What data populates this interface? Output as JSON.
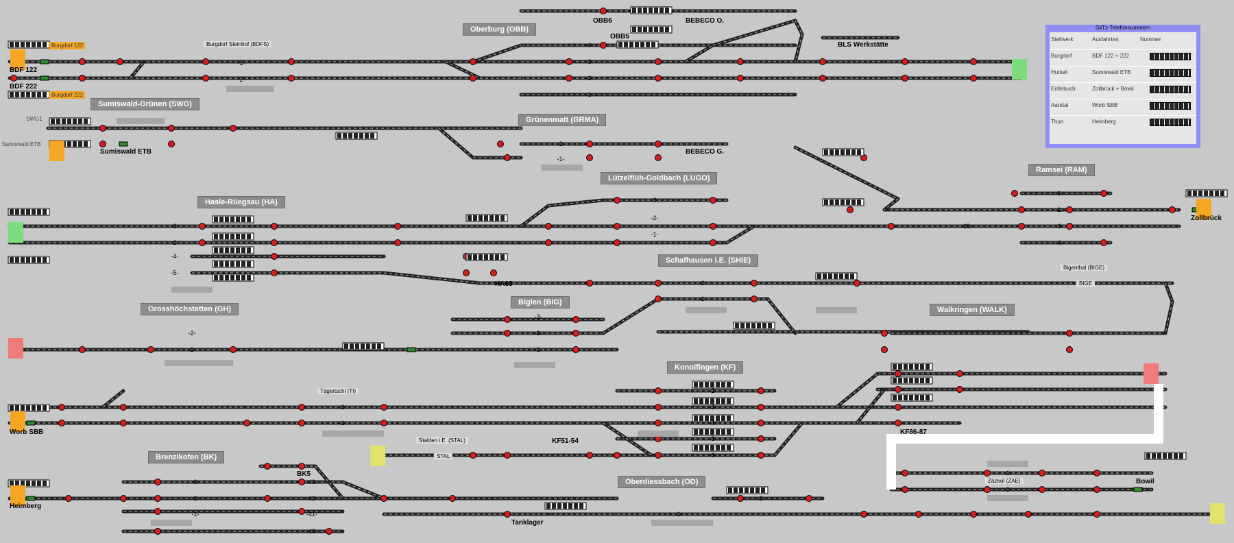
{
  "stations": [
    {
      "id": "obb",
      "label": "Oberburg (OBB)"
    },
    {
      "id": "swg",
      "label": "Sumiswald-Grünen (SWG)"
    },
    {
      "id": "grma",
      "label": "Grünenmatt (GRMA)"
    },
    {
      "id": "lugo",
      "label": "Lützelflüh-Goldbach (LUGO)"
    },
    {
      "id": "ha",
      "label": "Hasle-Rüegsau (HA)"
    },
    {
      "id": "ram",
      "label": "Ramsei (RAM)"
    },
    {
      "id": "shie",
      "label": "Schafhausen i.E. (SHIE)"
    },
    {
      "id": "gh",
      "label": "Grosshöchstetten (GH)"
    },
    {
      "id": "big",
      "label": "Biglen (BIG)"
    },
    {
      "id": "walk",
      "label": "Walkringen (WALK)"
    },
    {
      "id": "kf",
      "label": "Konolfingen (KF)"
    },
    {
      "id": "bk",
      "label": "Brenzikofen (BK)"
    },
    {
      "id": "od",
      "label": "Oberdiessbach (OD)"
    }
  ],
  "labels": {
    "bdf122": "BDF 122",
    "bdf222": "BDF 222",
    "obb6": "OBB6",
    "obb5": "OBB5",
    "bebeco_o": "BEBECO O.",
    "bls": "BLS Werkstätte",
    "sumiswald_etb": "Sumiswald ETB",
    "bebeco_g": "BEBECO G.",
    "zollbrueck": "Zollbrück",
    "ha65": "HA65",
    "worb_sbb": "Worb SBB",
    "kf51_54": "KF51-54",
    "kf86_87": "KF86-87",
    "bk5": "BK5",
    "heimberg": "Heimberg",
    "tanklager": "Tanklager",
    "bowil": "Bowil"
  },
  "plain": {
    "bdfs": "Burgdorf Steinhof (BDFS)",
    "taegertschi": "Tägertschi (TI)",
    "stalden": "Stalden i.E. (STAL)",
    "stal": "STAL",
    "bige_title": "Bigenthal (BIGE)",
    "bige": "BIGE",
    "zaziwil": "Zäziwil (ZAE)"
  },
  "orange": {
    "burgdorf122": "Burgdorf 122",
    "burgdorf222": "Burgdorf 222"
  },
  "small": {
    "swg1": "SWG1",
    "sumiswald_etb_small": "Sumiswald ETB"
  },
  "phone": {
    "title": "StiTz-Telefonnummern",
    "header": {
      "c1": "Stellwerk",
      "c2": "Ausfahrten",
      "c3": "Nummer"
    },
    "rows": [
      {
        "c1": "Burgdorf",
        "c2": "BDF 122 + 222"
      },
      {
        "c1": "Huttwil",
        "c2": "Sumiswald ETB"
      },
      {
        "c1": "Entlebuch",
        "c2": "Zollbrück + Bowil"
      },
      {
        "c1": "Aaretal",
        "c2": "Worb SBB"
      },
      {
        "c1": "Thun",
        "c2": "Heimberg"
      }
    ]
  },
  "track_numbers": [
    "-1-",
    "-2-",
    "-3-",
    "-4-",
    "-5-",
    "-6-",
    "-28-",
    "-41-",
    "-42-",
    "-43-",
    "-40-"
  ],
  "colors": {
    "background": "#c8c8c8",
    "track": "#222222",
    "signal_red": "#d81f1f",
    "signal_green": "#2e8b2e",
    "end_green": "#7ddc7d",
    "end_red": "#ef7b7b",
    "end_yellow": "#e2e26e",
    "frame": "#8f8ff5"
  }
}
